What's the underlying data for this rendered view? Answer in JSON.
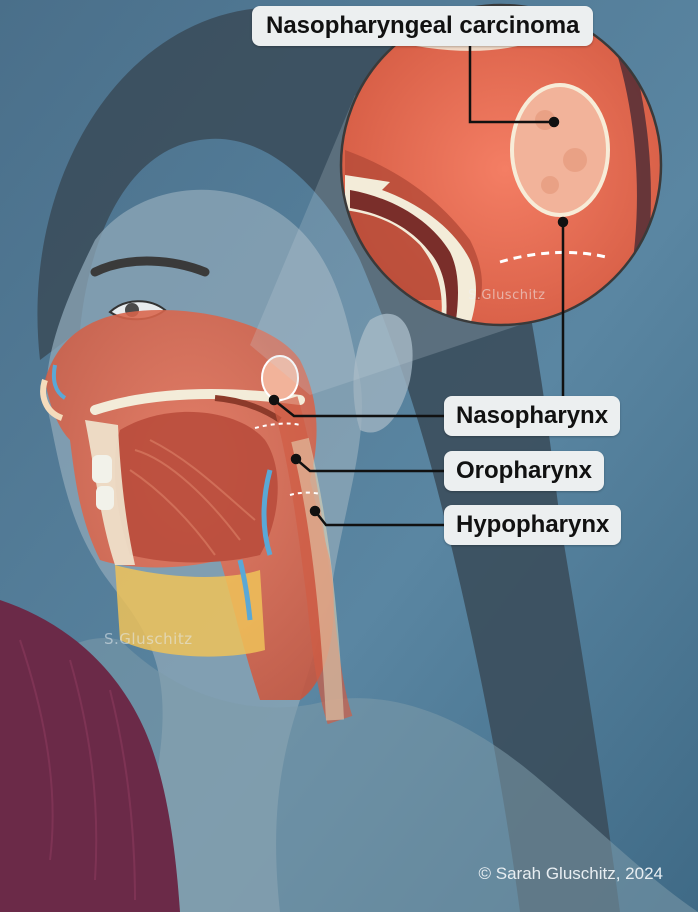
{
  "labels": {
    "npc": "Nasopharyngeal carcinoma",
    "nasopharynx": "Nasopharynx",
    "oropharynx": "Oropharynx",
    "hypopharynx": "Hypopharynx"
  },
  "watermark": "S.Gluschitz",
  "copyright": "© Sarah Gluschitz, 2024",
  "colors": {
    "background": "#4e7894",
    "tissue": "#e3745a",
    "fat": "#f0c25a",
    "label_bg": "#eceff0",
    "shirt": "#6b2a48"
  }
}
